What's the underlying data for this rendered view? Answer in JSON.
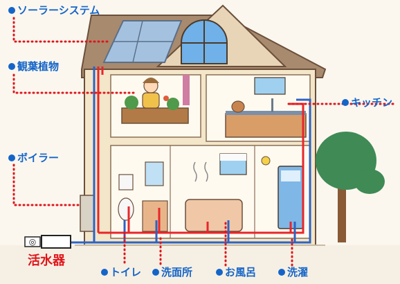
{
  "labels": {
    "solar_system": "ソーラーシステム",
    "houseplants": "観葉植物",
    "kitchen": "キッチン",
    "boiler": "ボイラー",
    "toilet": "トイレ",
    "washroom": "洗面所",
    "bath": "お風呂",
    "laundry": "洗濯"
  },
  "device": {
    "name": "活水器",
    "icon": "water-activator-icon",
    "symbol": "◎"
  },
  "colors": {
    "label_blue": "#1565c8",
    "hot_pipe": "#e8262a",
    "cold_pipe": "#2d63c4",
    "device_label": "#e0151b",
    "leader_dots": "#e0151b"
  }
}
